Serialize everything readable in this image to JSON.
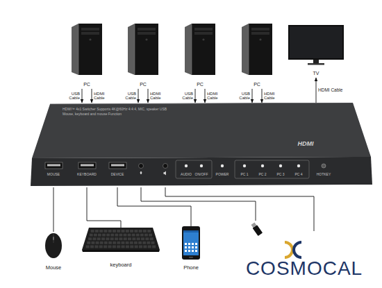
{
  "diagram": {
    "nodes": [
      {
        "text": [
          "PC"
        ]
      },
      {
        "text": [
          "PC"
        ]
      },
      {
        "text": [
          "PC"
        ]
      },
      {
        "text": [
          "PC"
        ]
      },
      {
        "text": [
          "TV"
        ]
      },
      {
        "text": [
          "HDMI™ 4x1 Switcher Supports 4K@60Hz 4:4:4, MIC, speaker USB Mouse, keyboard and mouse Function"
        ]
      },
      {
        "text": [
          "Mouse"
        ]
      },
      {
        "text": [
          "keyboard"
        ]
      },
      {
        "text": [
          "Phone"
        ]
      }
    ],
    "edges": [
      {
        "from": 0,
        "to": 5,
        "arrow": "to",
        "label": "USB Cable"
      },
      {
        "from": 0,
        "to": 5,
        "arrow": "to",
        "label": "HDMI Cable"
      },
      {
        "from": 1,
        "to": 5,
        "arrow": "to",
        "label": "USB Cable"
      },
      {
        "from": 1,
        "to": 5,
        "arrow": "to",
        "label": "HDMI Cable"
      },
      {
        "from": 2,
        "to": 5,
        "arrow": "to",
        "label": "USB Cable"
      },
      {
        "from": 2,
        "to": 5,
        "arrow": "to",
        "label": "HDMI Cable"
      },
      {
        "from": 3,
        "to": 5,
        "arrow": "to",
        "label": "USB Cable"
      },
      {
        "from": 3,
        "to": 5,
        "arrow": "to",
        "label": "HDMI Cable"
      },
      {
        "from": 5,
        "to": 4,
        "arrow": "to",
        "label": "HDMI Cable"
      },
      {
        "from": 5,
        "to": 6,
        "arrow": "none"
      },
      {
        "from": 5,
        "to": 7,
        "arrow": "none"
      },
      {
        "from": 5,
        "to": 8,
        "arrow": "none"
      }
    ],
    "labels": [
      "HDMI",
      "MOUSE",
      "KEYBOARD",
      "DEVICE",
      "AUDIO",
      "ON/OFF",
      "POWER",
      "PC 1",
      "PC 2",
      "PC 3",
      "PC 4",
      "HOTKEY",
      "COSMOCAL"
    ]
  }
}
